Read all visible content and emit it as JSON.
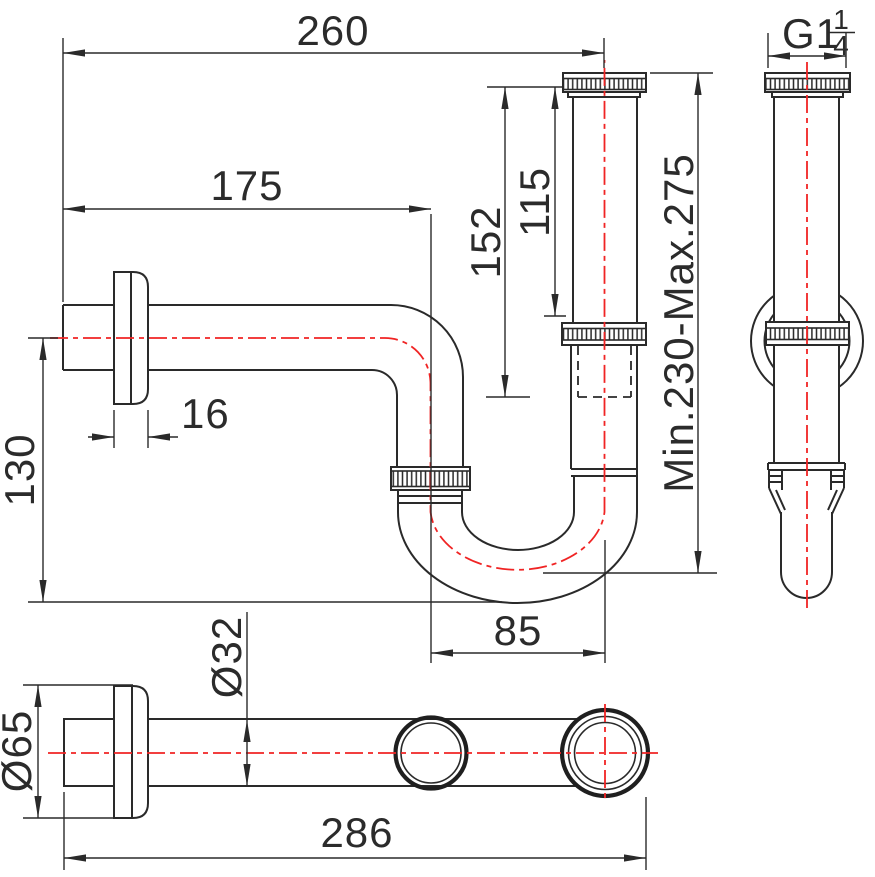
{
  "colors": {
    "line": "#2a2a2a",
    "centerline_red": "#f02424",
    "background": "#ffffff"
  },
  "front": {
    "dim_overall_width": "260",
    "dim_wall_to_trap": "175",
    "dim_inlet_tube": "152",
    "dim_inlet_visible": "115",
    "dim_flange_thickness": "16",
    "dim_wall_drop": "130",
    "dim_trap_offset": "85",
    "dim_height_range": "Min.230-Max.275"
  },
  "side": {
    "thread_prefix": "G1",
    "thread_frac_num": "1",
    "thread_frac_den": "4"
  },
  "bottom": {
    "dim_flange_diameter": "Ø65",
    "dim_pipe_diameter": "Ø32",
    "dim_overall_length": "286"
  }
}
